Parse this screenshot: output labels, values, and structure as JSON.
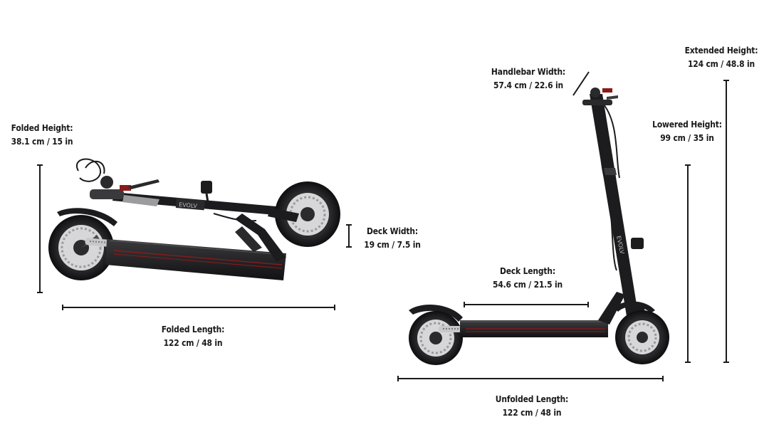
{
  "brand": "EVOLV",
  "colors": {
    "frame": "#1c1c1e",
    "dimension_line": "#1a1a1a",
    "accent": "#8b1a1a",
    "rotor": "#b9b9bb"
  },
  "dimensions": {
    "folded_height": {
      "title": "Folded Height:",
      "value": "38.1 cm / 15 in"
    },
    "folded_length": {
      "title": "Folded Length:",
      "value": "122 cm / 48 in"
    },
    "deck_width": {
      "title": "Deck Width:",
      "value": "19 cm / 7.5 in"
    },
    "deck_length": {
      "title": "Deck Length:",
      "value": "54.6 cm / 21.5 in"
    },
    "unfolded_length": {
      "title": "Unfolded Length:",
      "value": "122 cm / 48 in"
    },
    "handlebar_width": {
      "title": "Handlebar Width:",
      "value": "57.4 cm / 22.6 in"
    },
    "lowered_height": {
      "title": "Lowered Height:",
      "value": "99 cm / 35 in"
    },
    "extended_height": {
      "title": "Extended Height:",
      "value": "124 cm / 48.8 in"
    }
  }
}
